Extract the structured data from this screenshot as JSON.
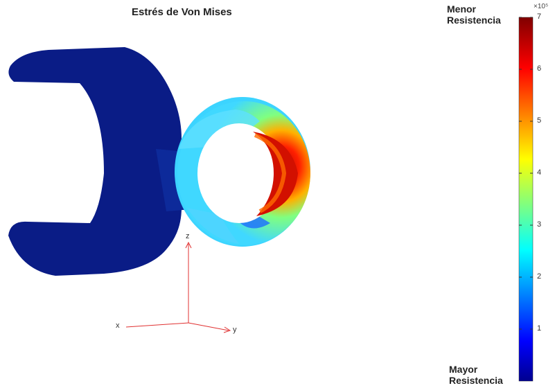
{
  "chart_data": {
    "type": "heatmap",
    "title": "Estrés de Von Mises",
    "colorbar": {
      "label_top": [
        "Menor",
        "Resistencia"
      ],
      "label_bottom": [
        "Mayor",
        "Resistencia"
      ],
      "exponent_label": "×10⁵",
      "ticks": [
        1,
        2,
        3,
        4,
        5,
        6,
        7
      ],
      "range": [
        0,
        7
      ],
      "colormap": "jet"
    },
    "axes": {
      "x": "x",
      "y": "y",
      "z": "z"
    },
    "colors": {
      "background": "#ffffff",
      "holder": "#0a1c86",
      "axis": "#e03030"
    }
  }
}
